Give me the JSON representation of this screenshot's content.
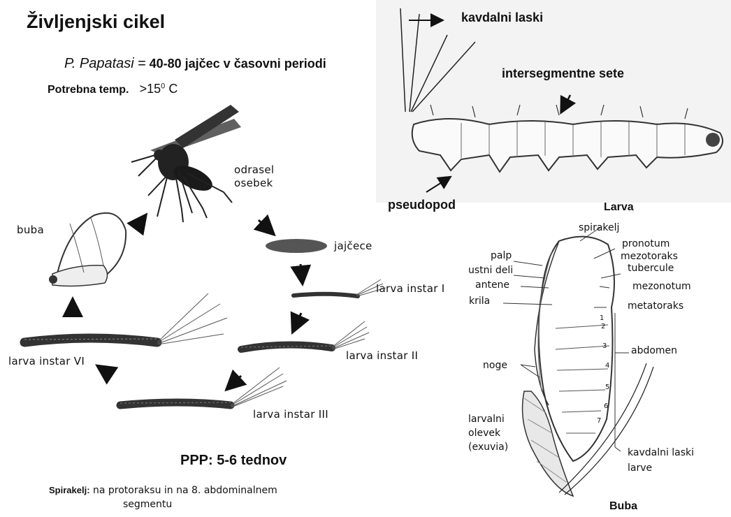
{
  "title": "Življenjski cikel",
  "papatasi": {
    "species": "P. Papatasi",
    "equals": "=",
    "value": "40-80 jajčec v časovni periodi"
  },
  "temp": {
    "label": "Potrebna temp.",
    "value": ">15",
    "sup": "0",
    "unit": "C"
  },
  "cycle": {
    "adult": [
      "odrasel",
      "osebek"
    ],
    "egg": "jajčece",
    "larva1": "larva instar I",
    "larva2": "larva instar II",
    "larva3": "larva instar III",
    "larva6": "larva instar VI",
    "pupa": "buba"
  },
  "ppp": "PPP: 5-6  tednov",
  "spiracle_note": {
    "label": "Spirakelj:",
    "text1": "na protoraksu in na 8. abdominalnem",
    "text2": "segmentu"
  },
  "larva_diagram": {
    "caption": "Larva",
    "caudal": "kavdalni laski",
    "intersegment": "intersegmentne sete",
    "pseudopod": "pseudopod"
  },
  "pupa_diagram": {
    "caption": "Buba",
    "spiracle": "spirakelj",
    "pronotum": "pronotum",
    "palp": "palp",
    "mezotoraks": "mezotoraks",
    "mouthparts": "ustni deli",
    "tubercule": "tubercule",
    "antene": "antene",
    "mezonotum": "mezonotum",
    "krila": "krila",
    "metatoraks": "metatoraks",
    "abdomen": "abdomen",
    "noge": "noge",
    "exuvia": [
      "larvalni",
      "olevek",
      "(exuvia)"
    ],
    "caudal": [
      "kavdalni laski",
      "larve"
    ],
    "segments": [
      "1",
      "2",
      "3",
      "4",
      "5",
      "6",
      "7"
    ]
  }
}
